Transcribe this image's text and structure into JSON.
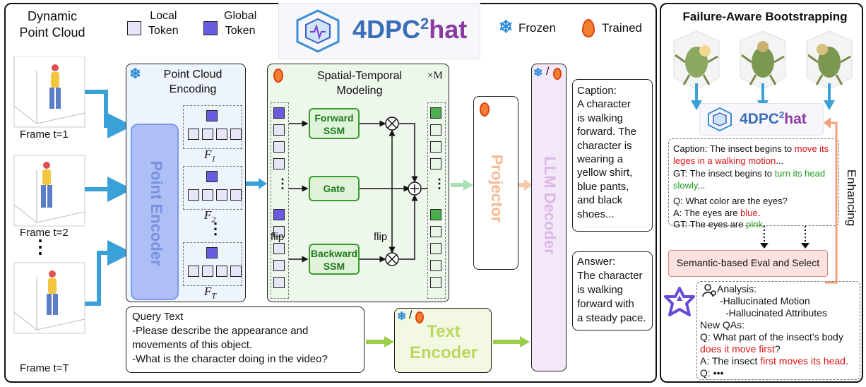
{
  "left": {
    "title_line1": "Dynamic",
    "title_line2": "Point Cloud",
    "frames": [
      "Frame t=1",
      "Frame t=2",
      "Frame t=T"
    ],
    "ellipsis": "⋮"
  },
  "legend": {
    "local_l1": "Local",
    "local_l2": "Token",
    "global_l1": "Global",
    "global_l2": "Token",
    "frozen": "Frozen",
    "trained": "Trained"
  },
  "logo": {
    "text_a": "4DPC",
    "sup": "2",
    "text_b": "hat"
  },
  "encoding": {
    "title_l1": "Point Cloud",
    "title_l2": "Encoding",
    "encoder": "Point Encoder",
    "f_labels": [
      "F",
      "F",
      "F"
    ],
    "f_subs": [
      "1",
      "2",
      "T"
    ]
  },
  "stm": {
    "title_l1": "Spatial-Temporal",
    "title_l2": "Modeling",
    "times": "×M",
    "forward_l1": "Forward",
    "forward_l2": "SSM",
    "gate": "Gate",
    "backward_l1": "Backward",
    "backward_l2": "SSM",
    "flip_left": "flip",
    "flip_right": "flip"
  },
  "projector": "Projector",
  "llm_decoder": "LLM Decoder",
  "text_encoder_l1": "Text",
  "text_encoder_l2": "Encoder",
  "caption_box": {
    "lines": [
      "Caption:",
      "A character",
      "is walking",
      "forward. The",
      "character is",
      "wearing a",
      "yellow shirt,",
      "blue pants,",
      "and black",
      "shoes..."
    ]
  },
  "answer_box": {
    "lines": [
      "Answer:",
      "The character",
      "is walking",
      "forward with",
      "a steady pace."
    ]
  },
  "query": {
    "lines": [
      "Query Text",
      "-Please describe the appearance and",
      "movements of this object.",
      "-What is the character doing in the video?"
    ]
  },
  "right": {
    "title": "Failure-Aware Bootstrapping",
    "caption_pre": "Caption: The insect begins to ",
    "caption_red": "move its leges in a walking motion",
    "caption_post": "...",
    "gt_pre": "GT: The insect begins to ",
    "gt_green": "turn its head slowly",
    "gt_post": "...",
    "q": "Q: What color are the eyes?",
    "a_pre": "A: The eyes are ",
    "a_red": "blue",
    "a_post": ".",
    "gt2_pre": "GT: The eyes are ",
    "gt2_green": "pink",
    "gt2_post": ".",
    "eval": "Semantic-based Eval and Select",
    "enhancing": "Enhancing",
    "analysis": "Analysis:",
    "hall1": "-Hallucinated Motion",
    "hall2": "-Hallucinated Attributes",
    "newqa": "New QAs:",
    "nq1_pre": "Q: What part of the insect’s body",
    "nq1_red": "does it move first",
    "nq1_post": "?",
    "na_pre": "A: The insect ",
    "na_red": "first moves its head",
    "na_post": ".",
    "nq2": "Q: •••"
  },
  "colors": {
    "encoder_fill": "#aebff5",
    "projector_fill": "#ffd8b8",
    "llm_fill": "#e8d5f0",
    "arrow_blue": "#3aa0d8",
    "arrow_green": "#9acd4a",
    "arrow_orange": "#f3a07a"
  }
}
